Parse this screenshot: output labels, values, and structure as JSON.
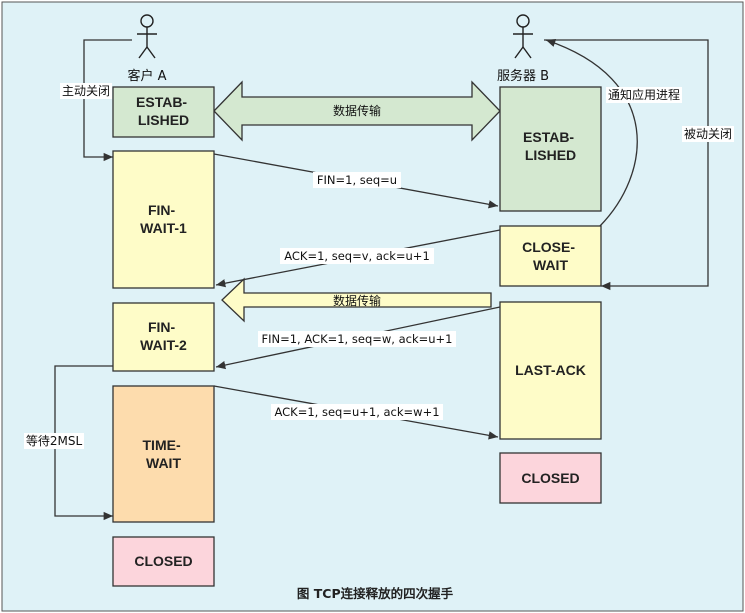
{
  "colors": {
    "background": "#dff2f7",
    "border": "#333333",
    "established_fill": "#d4e8d0",
    "state_fill": "#fefcc8",
    "time_wait_fill": "#fddcad",
    "closed_fill": "#fcd5dc"
  },
  "actors": {
    "client": {
      "name": "客户 A",
      "icon": "person-icon"
    },
    "server": {
      "name": "服务器 B",
      "icon": "person-icon"
    }
  },
  "states": {
    "client_established": "ESTAB-\nLISHED",
    "fin_wait_1": "FIN-\nWAIT-1",
    "fin_wait_2": "FIN-\nWAIT-2",
    "time_wait": "TIME-\nWAIT",
    "client_closed": "CLOSED",
    "server_established": "ESTAB-\nLISHED",
    "close_wait": "CLOSE-\nWAIT",
    "last_ack": "LAST-ACK",
    "server_closed": "CLOSED"
  },
  "labels": {
    "active_close": "主动关闭",
    "passive_close": "被动关闭",
    "notify_app": "通知应用进程",
    "wait_2msl": "等待2MSL",
    "data_transfer": "数据传输",
    "data_transfer_half": "数据传输"
  },
  "messages": {
    "m1": "FIN=1, seq=u",
    "m2": "ACK=1, seq=v, ack=u+1",
    "m3": "FIN=1, ACK=1, seq=w, ack=u+1",
    "m4": "ACK=1, seq=u+1, ack=w+1"
  },
  "caption": "图 TCP连接释放的四次握手"
}
